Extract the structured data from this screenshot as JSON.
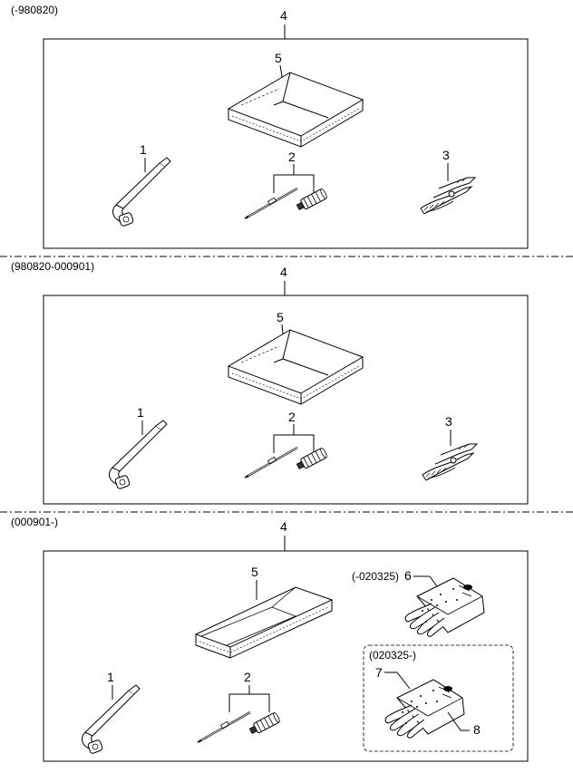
{
  "sections": [
    {
      "date_range": "(-980820)",
      "callouts": {
        "tool_set": "4",
        "tool_bag": "5",
        "wrench": "1",
        "screwdriver": "2",
        "pliers": "3"
      }
    },
    {
      "date_range": "(980820-000901)",
      "callouts": {
        "tool_set": "4",
        "tool_bag": "5",
        "wrench": "1",
        "screwdriver": "2",
        "pliers": "3"
      }
    },
    {
      "date_range": "(000901-)",
      "callouts": {
        "tool_set": "4",
        "tool_bag": "5",
        "wrench": "1",
        "screwdriver": "2",
        "glove_a": "6",
        "glove_b": "7",
        "glove_c": "8"
      },
      "glove_a_range": "(-020325)",
      "glove_b_range": "(020325-)"
    }
  ]
}
